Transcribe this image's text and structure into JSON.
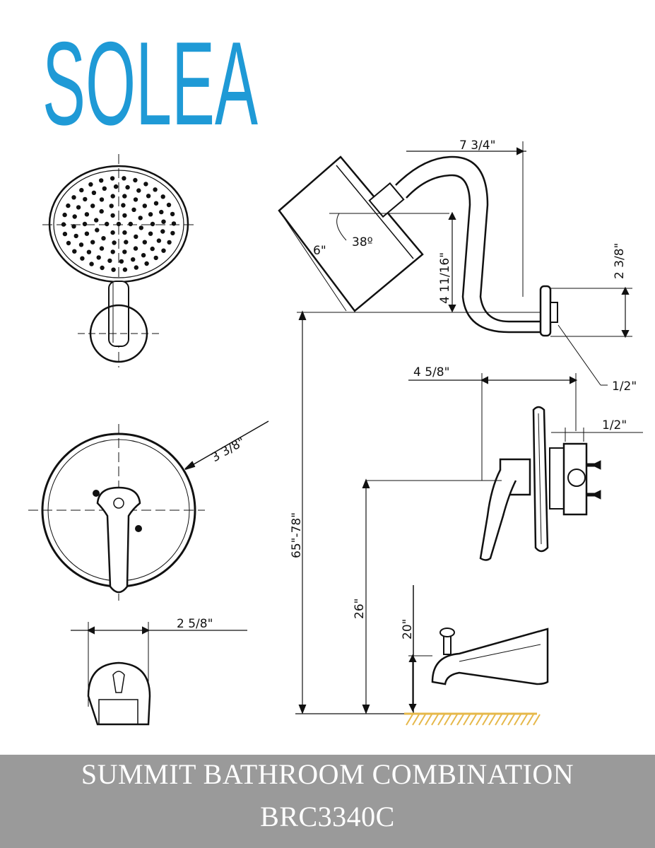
{
  "brand": {
    "logo_text": "SOLEA",
    "color": "#1f9ad6"
  },
  "dimensions": {
    "arm_reach": "7 3/4\"",
    "head_height": "4 11/16\"",
    "head_width": "6\"",
    "head_angle": "38º",
    "flange_height": "2 3/8\"",
    "arm_thread": "1/2\"",
    "trim_diameter": "3 3/8\"",
    "handle_projection": "4 5/8\"",
    "valve_thread": "1/2\"",
    "shower_height": "65\"-78\"",
    "valve_height": "26\"",
    "spout_height": "20\"",
    "spout_width": "2 5/8\""
  },
  "banner": {
    "title": "SUMMIT BATHROOM COMBINATION",
    "model": "BRC3340C",
    "background": "#9a9a9a"
  },
  "floor_color": "#e6b84a"
}
